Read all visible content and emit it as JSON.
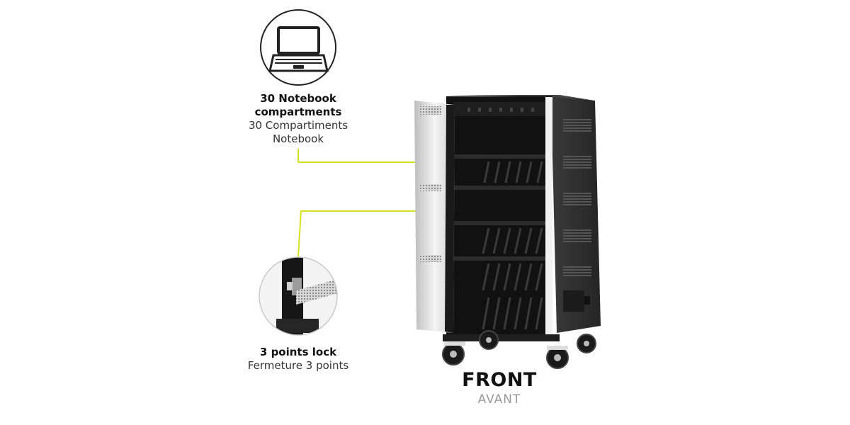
{
  "feature_compartments": {
    "title_line1": "30 Notebook",
    "title_line2": "compartments",
    "subtitle_line1": "30 Compartiments",
    "subtitle_line2": "Notebook",
    "icon": "laptop-icon"
  },
  "feature_lock": {
    "title": "3 points lock",
    "subtitle": "Fermeture 3 points",
    "icon": "lock-detail-image"
  },
  "view": {
    "title": "FRONT",
    "subtitle": "AVANT"
  },
  "colors": {
    "accent": "#d7df23",
    "cabinet_dark": "#2a2a2a",
    "door_white": "#eeeeee"
  }
}
